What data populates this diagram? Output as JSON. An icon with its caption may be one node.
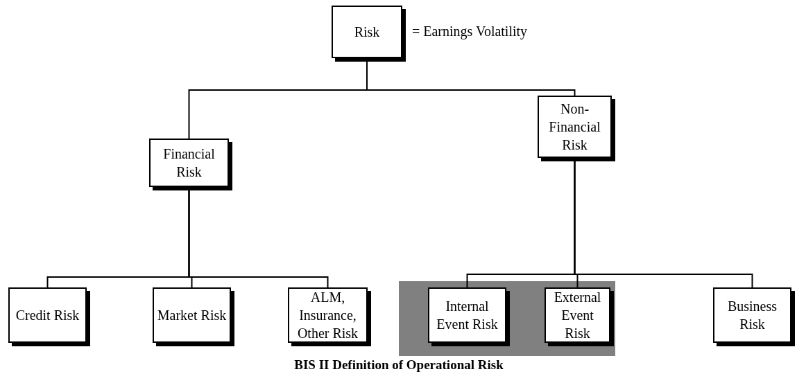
{
  "diagram": {
    "caption": "BIS II Definition of Operational Risk",
    "nodes": [
      {
        "text": [
          "Risk"
        ],
        "beside": [
          "= Earnings Volatility"
        ]
      },
      {
        "text": [
          "Financial Risk"
        ]
      },
      {
        "text": [
          "Non-Financial Risk"
        ]
      },
      {
        "text": [
          "Credit Risk"
        ]
      },
      {
        "text": [
          "Market Risk"
        ]
      },
      {
        "text": [
          "ALM, Insurance, Other Risk"
        ]
      },
      {
        "text": [],
        "shape": "box"
      },
      {
        "text": [
          "Internal Event Risk"
        ],
        "in": 6
      },
      {
        "text": [
          "External Event Risk"
        ],
        "in": 6
      },
      {
        "text": [
          "Business Risk"
        ]
      }
    ],
    "edges": [
      {
        "from": 0,
        "to": 1,
        "arrow": "none"
      },
      {
        "from": 0,
        "to": 2,
        "arrow": "none"
      },
      {
        "from": 1,
        "to": 3,
        "arrow": "none"
      },
      {
        "from": 1,
        "to": 4,
        "arrow": "none"
      },
      {
        "from": 1,
        "to": 5,
        "arrow": "none"
      },
      {
        "from": 2,
        "to": 7,
        "arrow": "none"
      },
      {
        "from": 2,
        "to": 8,
        "arrow": "none"
      },
      {
        "from": 2,
        "to": 9,
        "arrow": "none"
      }
    ]
  }
}
